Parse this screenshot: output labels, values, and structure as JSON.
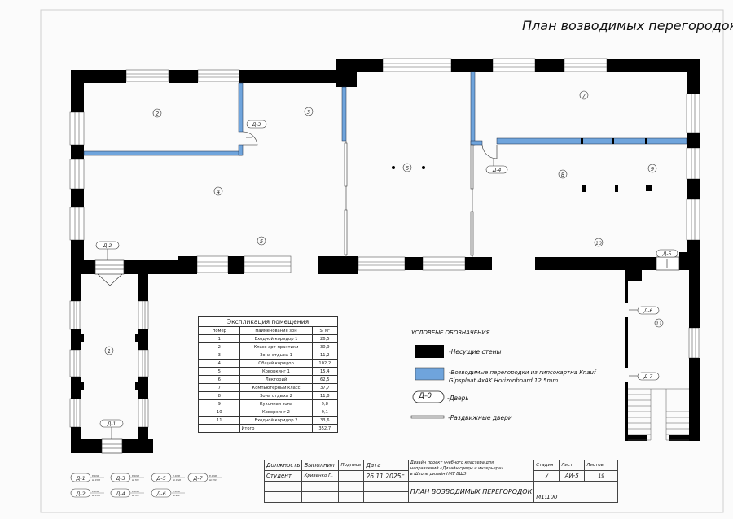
{
  "sheet": {
    "title": "План возводимых перегородок"
  },
  "colors": {
    "wall": "#000000",
    "partition": "#6fa4dc",
    "frame": "#cccccc"
  },
  "rooms": [
    {
      "id": "1"
    },
    {
      "id": "2"
    },
    {
      "id": "3"
    },
    {
      "id": "4"
    },
    {
      "id": "5"
    },
    {
      "id": "6"
    },
    {
      "id": "7"
    },
    {
      "id": "8"
    },
    {
      "id": "9"
    },
    {
      "id": "10"
    },
    {
      "id": "11"
    }
  ],
  "doors": [
    "Д-1",
    "Д-2",
    "Д-3",
    "Д-4",
    "Д-5",
    "Д-6",
    "Д-7"
  ],
  "explication": {
    "title": "Экспликация помещения",
    "headers": [
      "Номер",
      "Наименования зон",
      "S, м²"
    ],
    "rows": [
      [
        "1",
        "Входной коридор 1",
        "26,5"
      ],
      [
        "2",
        "Класс арт-практики",
        "30,9"
      ],
      [
        "3",
        "Зона отдыха 1",
        "11,2"
      ],
      [
        "4",
        "Общий коридор",
        "102,2"
      ],
      [
        "5",
        "Коворкинг 1",
        "15,4"
      ],
      [
        "6",
        "Лекторий",
        "62,5"
      ],
      [
        "7",
        "Компьютерный класс",
        "37,7"
      ],
      [
        "8",
        "Зона отдыха 2",
        "11,8"
      ],
      [
        "9",
        "Кухонная зона",
        "9,8"
      ],
      [
        "10",
        "Коворкинг 2",
        "9,1"
      ],
      [
        "11",
        "Входной коридор 2",
        "33,6"
      ]
    ],
    "total_label": "Итого",
    "total_value": "352,7"
  },
  "legend": {
    "title": "УСЛОВЕЫЕ ОБОЗНАЧЕНИЯ",
    "load_bearing": "-Несущие стены",
    "partition_line1": "-Возводимые перегородки из гипсокартна Knauf",
    "partition_line2": "Gipsplaat 4xAK Horizonboard 12,5mm",
    "door_symbol": "Д-0",
    "door": "-Дверь",
    "sliding": "-Раздвижные двери"
  },
  "door_schedule": [
    {
      "label": "Д-1",
      "h": "В 2000",
      "w": "Ш 1530"
    },
    {
      "label": "Д-3",
      "h": "В 2000",
      "w": "Ш 700"
    },
    {
      "label": "Д-5",
      "h": "В 2000",
      "w": "Ш 1540"
    },
    {
      "label": "Д-7",
      "h": "В 2000",
      "w": "Ш 950"
    },
    {
      "label": "Д-2",
      "h": "В 2000",
      "w": "Ш 1530"
    },
    {
      "label": "Д-4",
      "h": "В 2000",
      "w": "Ш 700"
    },
    {
      "label": "Д-6",
      "h": "В 2000",
      "w": "Ш 900"
    }
  ],
  "stamp": {
    "position_h": "Должность",
    "done_h": "Выполнил",
    "sign_h": "Подпись",
    "date_h": "Дата",
    "position": "Студент",
    "done": "Кривенко П.",
    "date": "26.11.2025г.",
    "project_line1": "Дизайн проект учебного кластера для",
    "project_line2": "направлений «Дизайн среды и интерьера»",
    "project_line3": "в Школе дизайн НИУ ВШЭ",
    "sheet_title": "ПЛАН ВОЗВОДИМЫХ ПЕРЕГОРОДОК",
    "stage_h": "Стадия",
    "sheet_h": "Лист",
    "sheets_h": "Листов",
    "stage": "У",
    "sheet": "АИ-5",
    "sheets": "19",
    "scale": "М1:100"
  }
}
